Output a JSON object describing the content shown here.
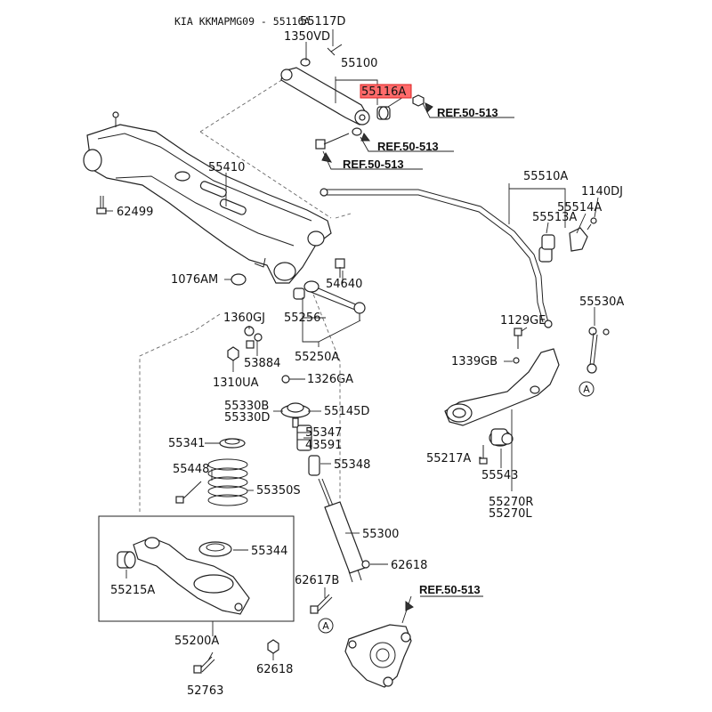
{
  "header": {
    "title": "KIA KKMAPMG09 - 55116A"
  },
  "highlight": {
    "part": "55116A",
    "color": "#ff6b6b"
  },
  "parts": {
    "p55117D": "55117D",
    "p1350VD": "1350VD",
    "p55100": "55100",
    "p55116A": "55116A",
    "p55410": "55410",
    "p62499": "62499",
    "p55510A": "55510A",
    "p1140DJ": "1140DJ",
    "p55514A": "55514A",
    "p55513A": "55513A",
    "p1076AM": "1076AM",
    "p54640": "54640",
    "p1360GJ": "1360GJ",
    "p55256": "55256",
    "p53884": "53884",
    "p55250A": "55250A",
    "p1310UA": "1310UA",
    "p1326GA": "1326GA",
    "p55330B": "55330B",
    "p55330D": "55330D",
    "p55145D": "55145D",
    "p55341": "55341",
    "p55347": "55347",
    "p43591": "43591",
    "p55348": "55348",
    "p55448": "55448",
    "p55350S": "55350S",
    "p55300": "55300",
    "p55344": "55344",
    "p55215A": "55215A",
    "p62617B": "62617B",
    "p62618a": "62618",
    "p55200A": "55200A",
    "p62618b": "62618",
    "p52763": "52763",
    "p1129GE": "1129GE",
    "p55530A": "55530A",
    "p1339GB": "1339GB",
    "p55217A": "55217A",
    "p55543": "55543",
    "p55270R": "55270R",
    "p55270L": "55270L"
  },
  "refs": {
    "r1": "REF.50-513",
    "r2": "REF.50-513",
    "r3": "REF.50-513",
    "r4": "REF.50-513"
  },
  "markers": {
    "m1": "A",
    "m2": "A"
  }
}
